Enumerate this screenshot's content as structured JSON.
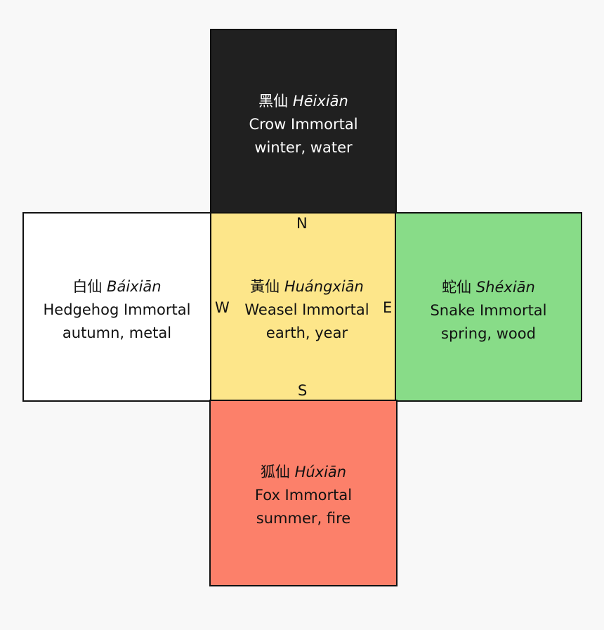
{
  "colors": {
    "north": "#202020",
    "west": "#ffffff",
    "center": "#fde68a",
    "east": "#88dc88",
    "south": "#fc806a"
  },
  "cells": {
    "north": {
      "hanzi": "黑仙",
      "pinyin": "Hēixiān",
      "name": "Crow Immortal",
      "attributes": "winter, water"
    },
    "west": {
      "hanzi": "白仙",
      "pinyin": "Báixiān",
      "name": "Hedgehog Immortal",
      "attributes": "autumn, metal"
    },
    "center": {
      "hanzi": "黃仙",
      "pinyin": "Huángxiān",
      "name": "Weasel Immortal",
      "attributes": "earth, year"
    },
    "east": {
      "hanzi": "蛇仙",
      "pinyin": "Shéxiān",
      "name": "Snake Immortal",
      "attributes": "spring, wood"
    },
    "south": {
      "hanzi": "狐仙",
      "pinyin": "Húxiān",
      "name": "Fox Immortal",
      "attributes": "summer, fire"
    }
  },
  "directions": {
    "n": "N",
    "s": "S",
    "w": "W",
    "e": "E"
  }
}
